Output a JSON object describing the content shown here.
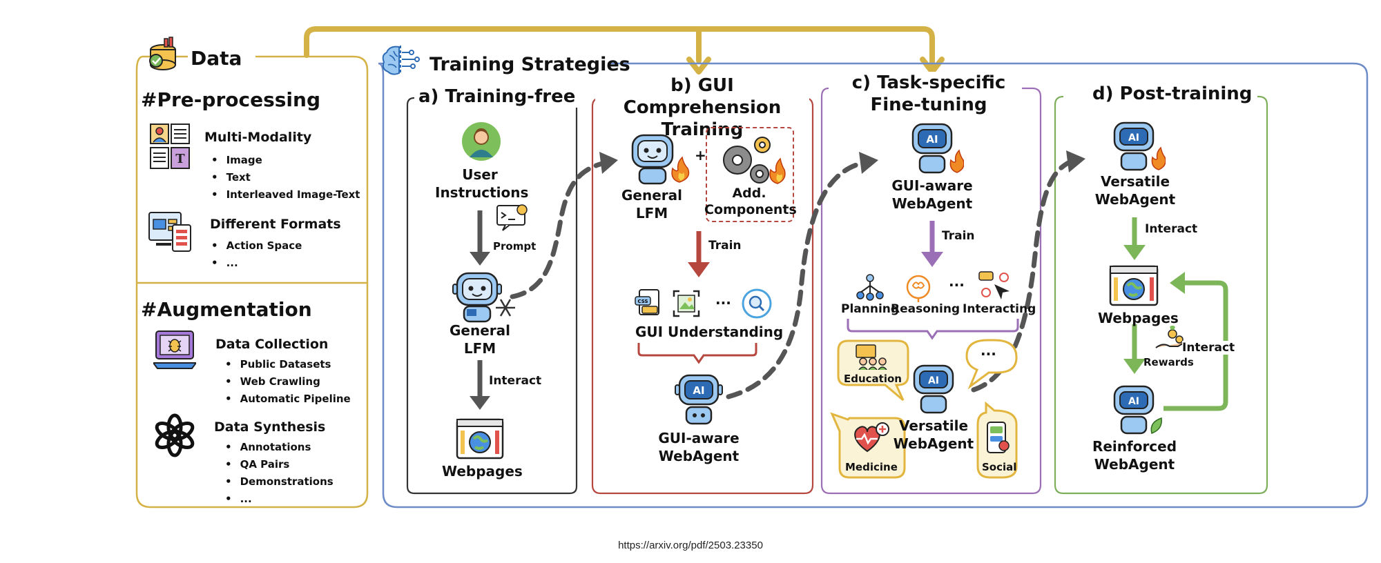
{
  "data_panel": {
    "title": "Data",
    "preprocessing": {
      "heading": "#Pre-processing",
      "multi_modality": {
        "title": "Multi-Modality",
        "items": [
          "Image",
          "Text",
          "Interleaved Image-Text"
        ]
      },
      "formats": {
        "title": "Different Formats",
        "items": [
          "Action Space",
          "..."
        ]
      }
    },
    "augmentation": {
      "heading": "#Augmentation",
      "collection": {
        "title": "Data Collection",
        "items": [
          "Public Datasets",
          "Web Crawling",
          "Automatic Pipeline"
        ]
      },
      "synthesis": {
        "title": "Data Synthesis",
        "items": [
          "Annotations",
          "QA Pairs",
          "Demonstrations",
          "..."
        ]
      }
    }
  },
  "training": {
    "title": "Training Strategies",
    "free": {
      "title": "a) Training-free",
      "user": "User\nInstructions",
      "prompt": "Prompt",
      "lfm": "General\nLFM",
      "interact": "Interact",
      "webpages": "Webpages"
    },
    "gui": {
      "title": "b) GUI Comprehension\nTraining",
      "lfm": "General\nLFM",
      "components": "Add.\nComponents",
      "plus": "+",
      "train": "Train",
      "ellipsis": "···",
      "understanding": "GUI Understanding",
      "agent": "GUI-aware\nWebAgent"
    },
    "task": {
      "title": "c) Task-specific\nFine-tuning",
      "agent": "GUI-aware\nWebAgent",
      "train": "Train",
      "planning": "Planning",
      "reasoning": "Reasoning",
      "ellipsis": "···",
      "interacting": "Interacting",
      "education": "Education",
      "bubble": "···",
      "medicine": "Medicine",
      "versatile": "Versatile\nWebAgent",
      "social": "Social"
    },
    "post": {
      "title": "d) Post-training",
      "agent": "Versatile\nWebAgent",
      "interact1": "Interact",
      "webpages": "Webpages",
      "rewards": "Rewards",
      "interact2": "Interact",
      "reinforced": "Reinforced\nWebAgent"
    }
  },
  "source_url": "https://arxiv.org/pdf/2503.23350",
  "colors": {
    "data_gold": "#D4B245",
    "outer_blue": "#6D8CC7",
    "free_gray": "#555555",
    "gui_red": "#B5473E",
    "task_purple": "#9A6FB5",
    "post_green": "#7DAF5A",
    "arrow_green": "#7DB559",
    "dashed_gray": "#555555"
  }
}
